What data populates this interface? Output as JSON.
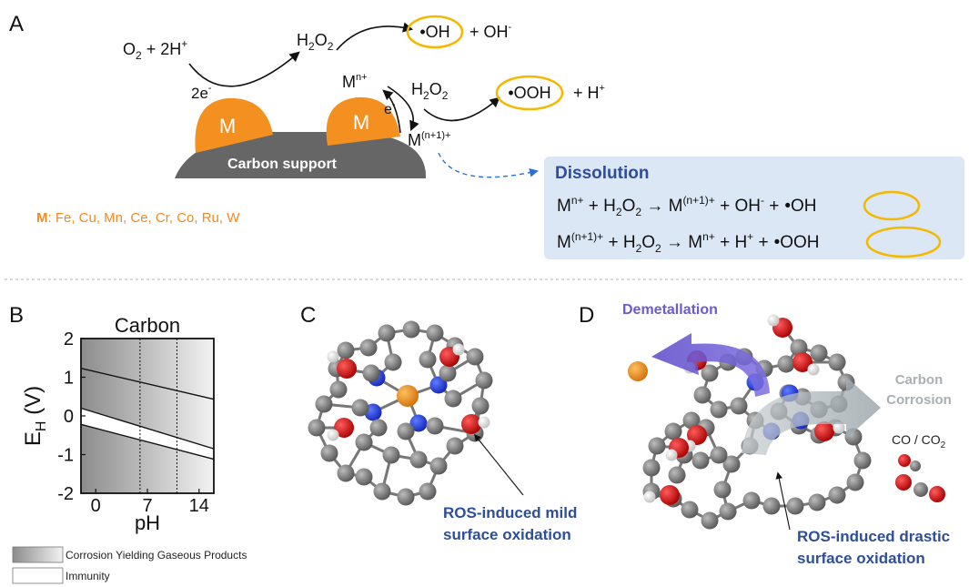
{
  "panels": {
    "a": "A",
    "b": "B",
    "c": "C",
    "d": "D"
  },
  "panel_a": {
    "reactant_o2": "O",
    "reactant_o2_sub": "2",
    "reactant_plus": " + 2H",
    "reactant_sup": "+",
    "electrons_2": "2e",
    "electrons_sup": "-",
    "h2o2_top_h": "H",
    "h2o2_top_sub": "2",
    "h2o2_top_o": "O",
    "h2o2_top_sub2": "2",
    "oh_radical": "•OH",
    "plus_oh_minus": "+ OH",
    "minus": "-",
    "mn_plus": "M",
    "mn_plus_sup": "n+",
    "h2o2_mid_h": "H",
    "h2o2_mid_sub": "2",
    "h2o2_mid_o": "O",
    "h2o2_mid_sub2": "2",
    "e_minus": "e",
    "m_n1": "M",
    "m_n1_sup": "(n+1)+",
    "ooh_radical": "•OOH",
    "plus_h_plus": "+  H",
    "h_plus_sup": "+",
    "metal_label": "M",
    "carbon_support": "Carbon support",
    "metals_key": "M",
    "metals_list": ": Fe, Cu, Mn, Ce, Cr, Co, Ru, W",
    "dissolution_title": "Dissolution",
    "eq1": {
      "m": "M",
      "m_sup": "n+",
      "plus_h": " + H",
      "s1": "2",
      "o": "O",
      "s2": "2",
      "arrow": " → M",
      "m2_sup": "(n+1)+",
      "plus_oh": " + OH",
      "oh_sup": "-",
      "plus": " +",
      "radical": "•OH"
    },
    "eq2": {
      "m": "M",
      "m_sup": "(n+1)+",
      "plus_h": " + H",
      "s1": "2",
      "o": "O",
      "s2": "2",
      "arrow": " → M",
      "m2_sup": "n+",
      "plus_hp": " + H",
      "hp_sup": "+",
      "plus": " +",
      "radical": "•OOH"
    }
  },
  "panel_b": {
    "legend_gas": "Corrosion Yielding Gaseous Products",
    "legend_immunity": "Immunity"
  },
  "panel_c": {
    "annotation_line1": "ROS-induced mild",
    "annotation_line2": "surface oxidation"
  },
  "panel_d": {
    "demetallation": "Demetallation",
    "carbon_corrosion_1": "Carbon",
    "carbon_corrosion_2": "Corrosion",
    "co_co2": "CO / CO",
    "co2_sub": "2",
    "annotation_line1": "ROS-induced drastic",
    "annotation_line2": "surface oxidation"
  },
  "colors": {
    "metal_orange": "#f39020",
    "highlight_yellow": "#f5b800",
    "carbon_gray": "#6b6b6b",
    "nitrogen_blue": "#1f3fe0",
    "oxygen_red": "#d81818",
    "label_blue": "#2f4e9a",
    "dissolution_bg": "#dbe7f4",
    "demetallation_purple": "#6a5bd0",
    "corrosion_gray": "#a8b0b4"
  },
  "chart_data": {
    "type": "area",
    "title": "Carbon",
    "xlabel": "pH",
    "ylabel": "E",
    "ylabel_sub": "H",
    "ylabel_unit": " (V)",
    "xlim": [
      -2,
      16
    ],
    "ylim": [
      -2,
      2
    ],
    "xticks": [
      0,
      7,
      14
    ],
    "xtick_labels": [
      "0",
      "7",
      "14"
    ],
    "yticks": [
      2,
      1,
      0,
      -1,
      -2
    ],
    "ytick_labels": [
      "2",
      "1",
      "0",
      "-1",
      "-2"
    ],
    "vertical_dotted_lines": [
      6,
      11
    ],
    "lines": [
      {
        "x": [
          -2,
          16
        ],
        "y": [
          1.23,
          0.43
        ]
      },
      {
        "x": [
          -2,
          16
        ],
        "y": [
          0.2,
          -0.85
        ]
      },
      {
        "x": [
          -2,
          16
        ],
        "y": [
          -0.22,
          -1.12
        ]
      }
    ],
    "regions": [
      "Corrosion Yielding Gaseous Products",
      "Immunity"
    ]
  }
}
